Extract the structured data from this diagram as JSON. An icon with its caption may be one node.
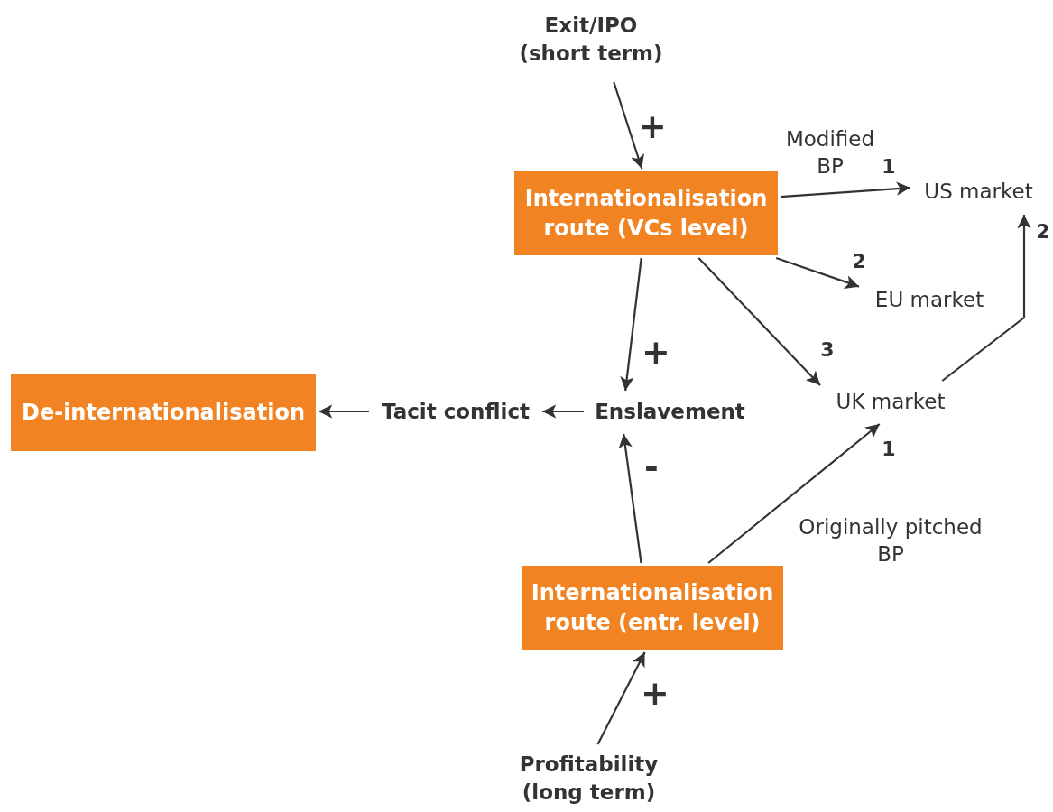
{
  "diagram": {
    "nodes": [
      {
        "text": [
          "Exit/IPO (short term)"
        ]
      },
      {
        "text": [
          "Internationalisation route (VCs level)"
        ]
      },
      {
        "text": [
          "US market"
        ]
      },
      {
        "text": [
          "EU market"
        ]
      },
      {
        "text": [
          "UK market"
        ]
      },
      {
        "text": [
          "Enslavement"
        ]
      },
      {
        "text": [
          "Tacit conflict"
        ]
      },
      {
        "text": [
          "De-internationalisation"
        ]
      },
      {
        "text": [
          "Internationalisation route (entr. level)"
        ]
      },
      {
        "text": [
          "Profitability (long term)"
        ]
      }
    ],
    "edges": [
      {
        "from": 0,
        "to": 1,
        "arrow": "to",
        "label": "+"
      },
      {
        "from": 1,
        "to": 2,
        "arrow": "to",
        "label": "1"
      },
      {
        "from": 1,
        "to": 3,
        "arrow": "to",
        "label": "2"
      },
      {
        "from": 1,
        "to": 4,
        "arrow": "to",
        "label": "3"
      },
      {
        "from": 4,
        "to": 2,
        "arrow": "to",
        "label": "2"
      },
      {
        "from": 1,
        "to": 5,
        "arrow": "to",
        "label": "+"
      },
      {
        "from": 8,
        "to": 5,
        "arrow": "to",
        "label": "-"
      },
      {
        "from": 8,
        "to": 4,
        "arrow": "to",
        "label": "1"
      },
      {
        "from": 5,
        "to": 6,
        "arrow": "to"
      },
      {
        "from": 6,
        "to": 7,
        "arrow": "to"
      },
      {
        "from": 9,
        "to": 8,
        "arrow": "to",
        "label": "+"
      }
    ],
    "labels": [
      "Modified BP",
      "Originally pitched BP"
    ]
  }
}
